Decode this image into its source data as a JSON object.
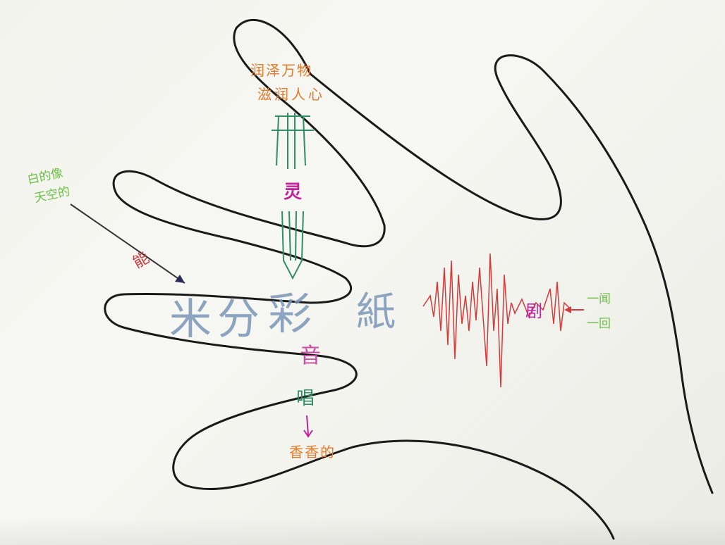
{
  "handwriting": {
    "top_line1": "润泽万物",
    "top_line2": "滋润人心",
    "left_line1": "白的像",
    "left_line2": "天空的",
    "left_arrow_label": "能",
    "spine_label": "灵",
    "word_left": "米分",
    "word_mid": "彩",
    "word_right": "紙",
    "below_word": "音",
    "below_word2": "唱",
    "bottom_label": "香香的",
    "wave_label": "剧",
    "right_line1": "一闻",
    "right_line2": "一回"
  },
  "colors": {
    "outline": "#1a1a1a",
    "orange": "#e67a2a",
    "green": "#6cbf45",
    "teal": "#2f8f62",
    "magenta": "#c2229a",
    "red": "#d33a3a",
    "blue": "#7a96b8"
  }
}
